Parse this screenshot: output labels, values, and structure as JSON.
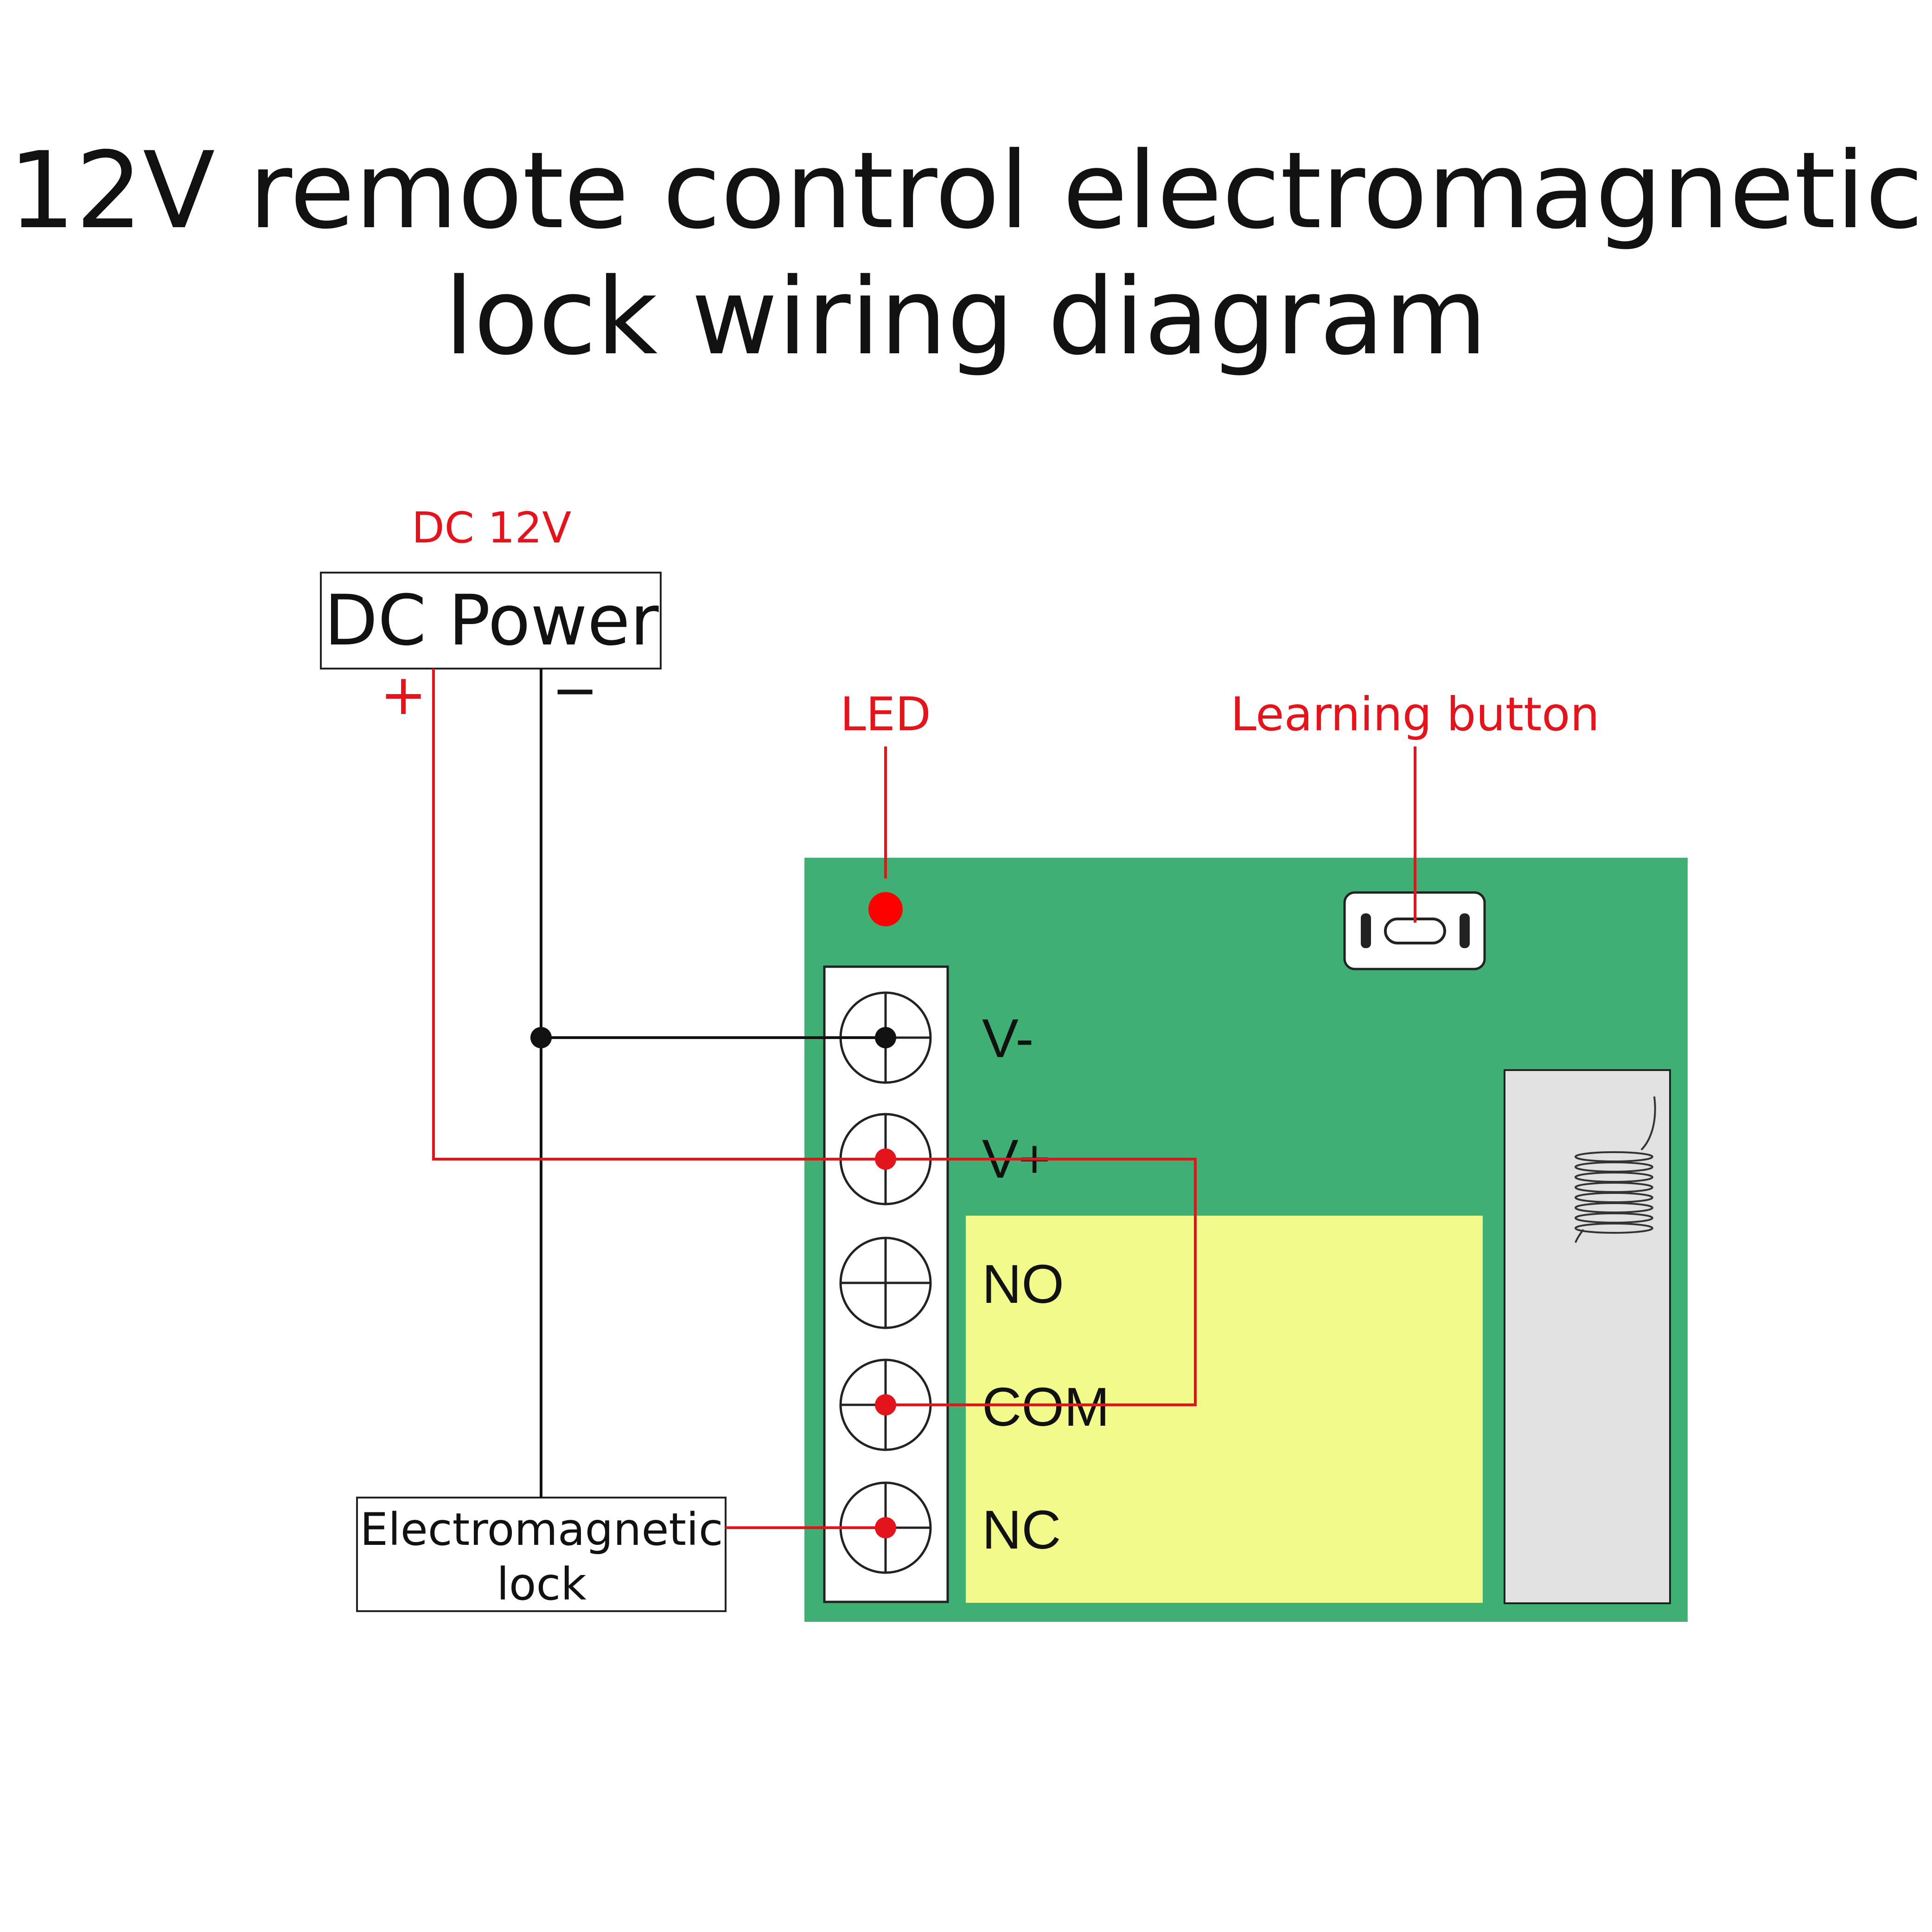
{
  "title": {
    "line1": "12V remote control electromagnetic",
    "line2": "lock wiring diagram"
  },
  "power": {
    "voltage_label": "DC 12V",
    "box_label": "DC Power",
    "plus_label": "+",
    "minus_label": "−"
  },
  "board": {
    "led_label": "LED",
    "learning_button_label": "Learning button"
  },
  "terminals": [
    "V-",
    "V+",
    "NO",
    "COM",
    "NC"
  ],
  "lock": {
    "line1": "Electromagnetic",
    "line2": "lock"
  },
  "colors": {
    "board_green": "#3faf74",
    "relay_yellow": "#f2fa8c",
    "antenna_gray": "#e1e1e1",
    "wire_red": "#e3141b",
    "wire_black": "#111111",
    "led_red": "#ff0000"
  }
}
